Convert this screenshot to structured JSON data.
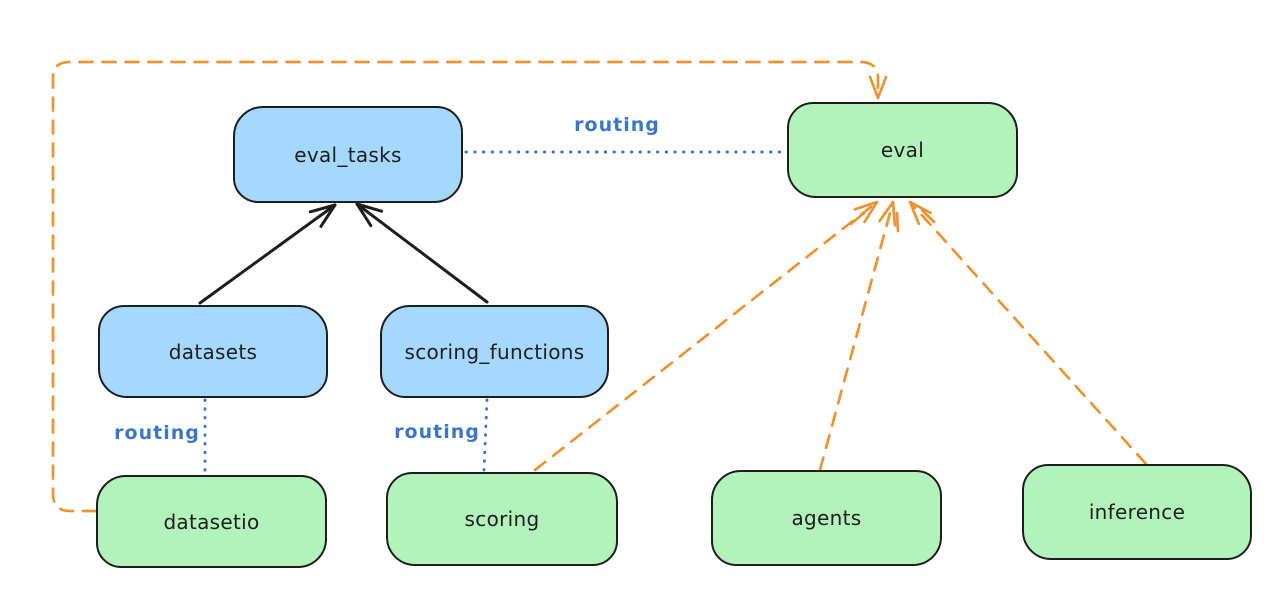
{
  "nodes": {
    "eval_tasks": {
      "label": "eval_tasks",
      "kind": "blue"
    },
    "datasets": {
      "label": "datasets",
      "kind": "blue"
    },
    "scoring_functions": {
      "label": "scoring_functions",
      "kind": "blue"
    },
    "eval": {
      "label": "eval",
      "kind": "green"
    },
    "datasetio": {
      "label": "datasetio",
      "kind": "green"
    },
    "scoring": {
      "label": "scoring",
      "kind": "green"
    },
    "agents": {
      "label": "agents",
      "kind": "green"
    },
    "inference": {
      "label": "inference",
      "kind": "green"
    }
  },
  "edge_labels": {
    "eval_tasks_eval": "routing",
    "datasets_datasetio": "routing",
    "scoring_functions_scoring": "routing"
  },
  "edges": [
    {
      "from": "datasets",
      "to": "eval_tasks",
      "style": "solid",
      "color": "black",
      "arrow": true,
      "label": ""
    },
    {
      "from": "scoring_functions",
      "to": "eval_tasks",
      "style": "solid",
      "color": "black",
      "arrow": true,
      "label": ""
    },
    {
      "from": "eval_tasks",
      "to": "eval",
      "style": "dotted",
      "color": "blue",
      "arrow": false,
      "label": "routing"
    },
    {
      "from": "datasets",
      "to": "datasetio",
      "style": "dotted",
      "color": "blue",
      "arrow": false,
      "label": "routing"
    },
    {
      "from": "scoring_functions",
      "to": "scoring",
      "style": "dotted",
      "color": "blue",
      "arrow": false,
      "label": "routing"
    },
    {
      "from": "datasetio",
      "to": "eval",
      "style": "dashed",
      "color": "orange",
      "arrow": true,
      "label": ""
    },
    {
      "from": "scoring",
      "to": "eval",
      "style": "dashed",
      "color": "orange",
      "arrow": true,
      "label": ""
    },
    {
      "from": "agents",
      "to": "eval",
      "style": "dashed",
      "color": "orange",
      "arrow": true,
      "label": ""
    },
    {
      "from": "inference",
      "to": "eval",
      "style": "dashed",
      "color": "orange",
      "arrow": true,
      "label": ""
    }
  ],
  "colors": {
    "blue_fill": "#a5d8ff",
    "green_fill": "#b2f2bb",
    "stroke": "#1e1e1e",
    "orange": "#ec9434",
    "blue_line": "#3b76c9",
    "bg": "#ffffff"
  }
}
